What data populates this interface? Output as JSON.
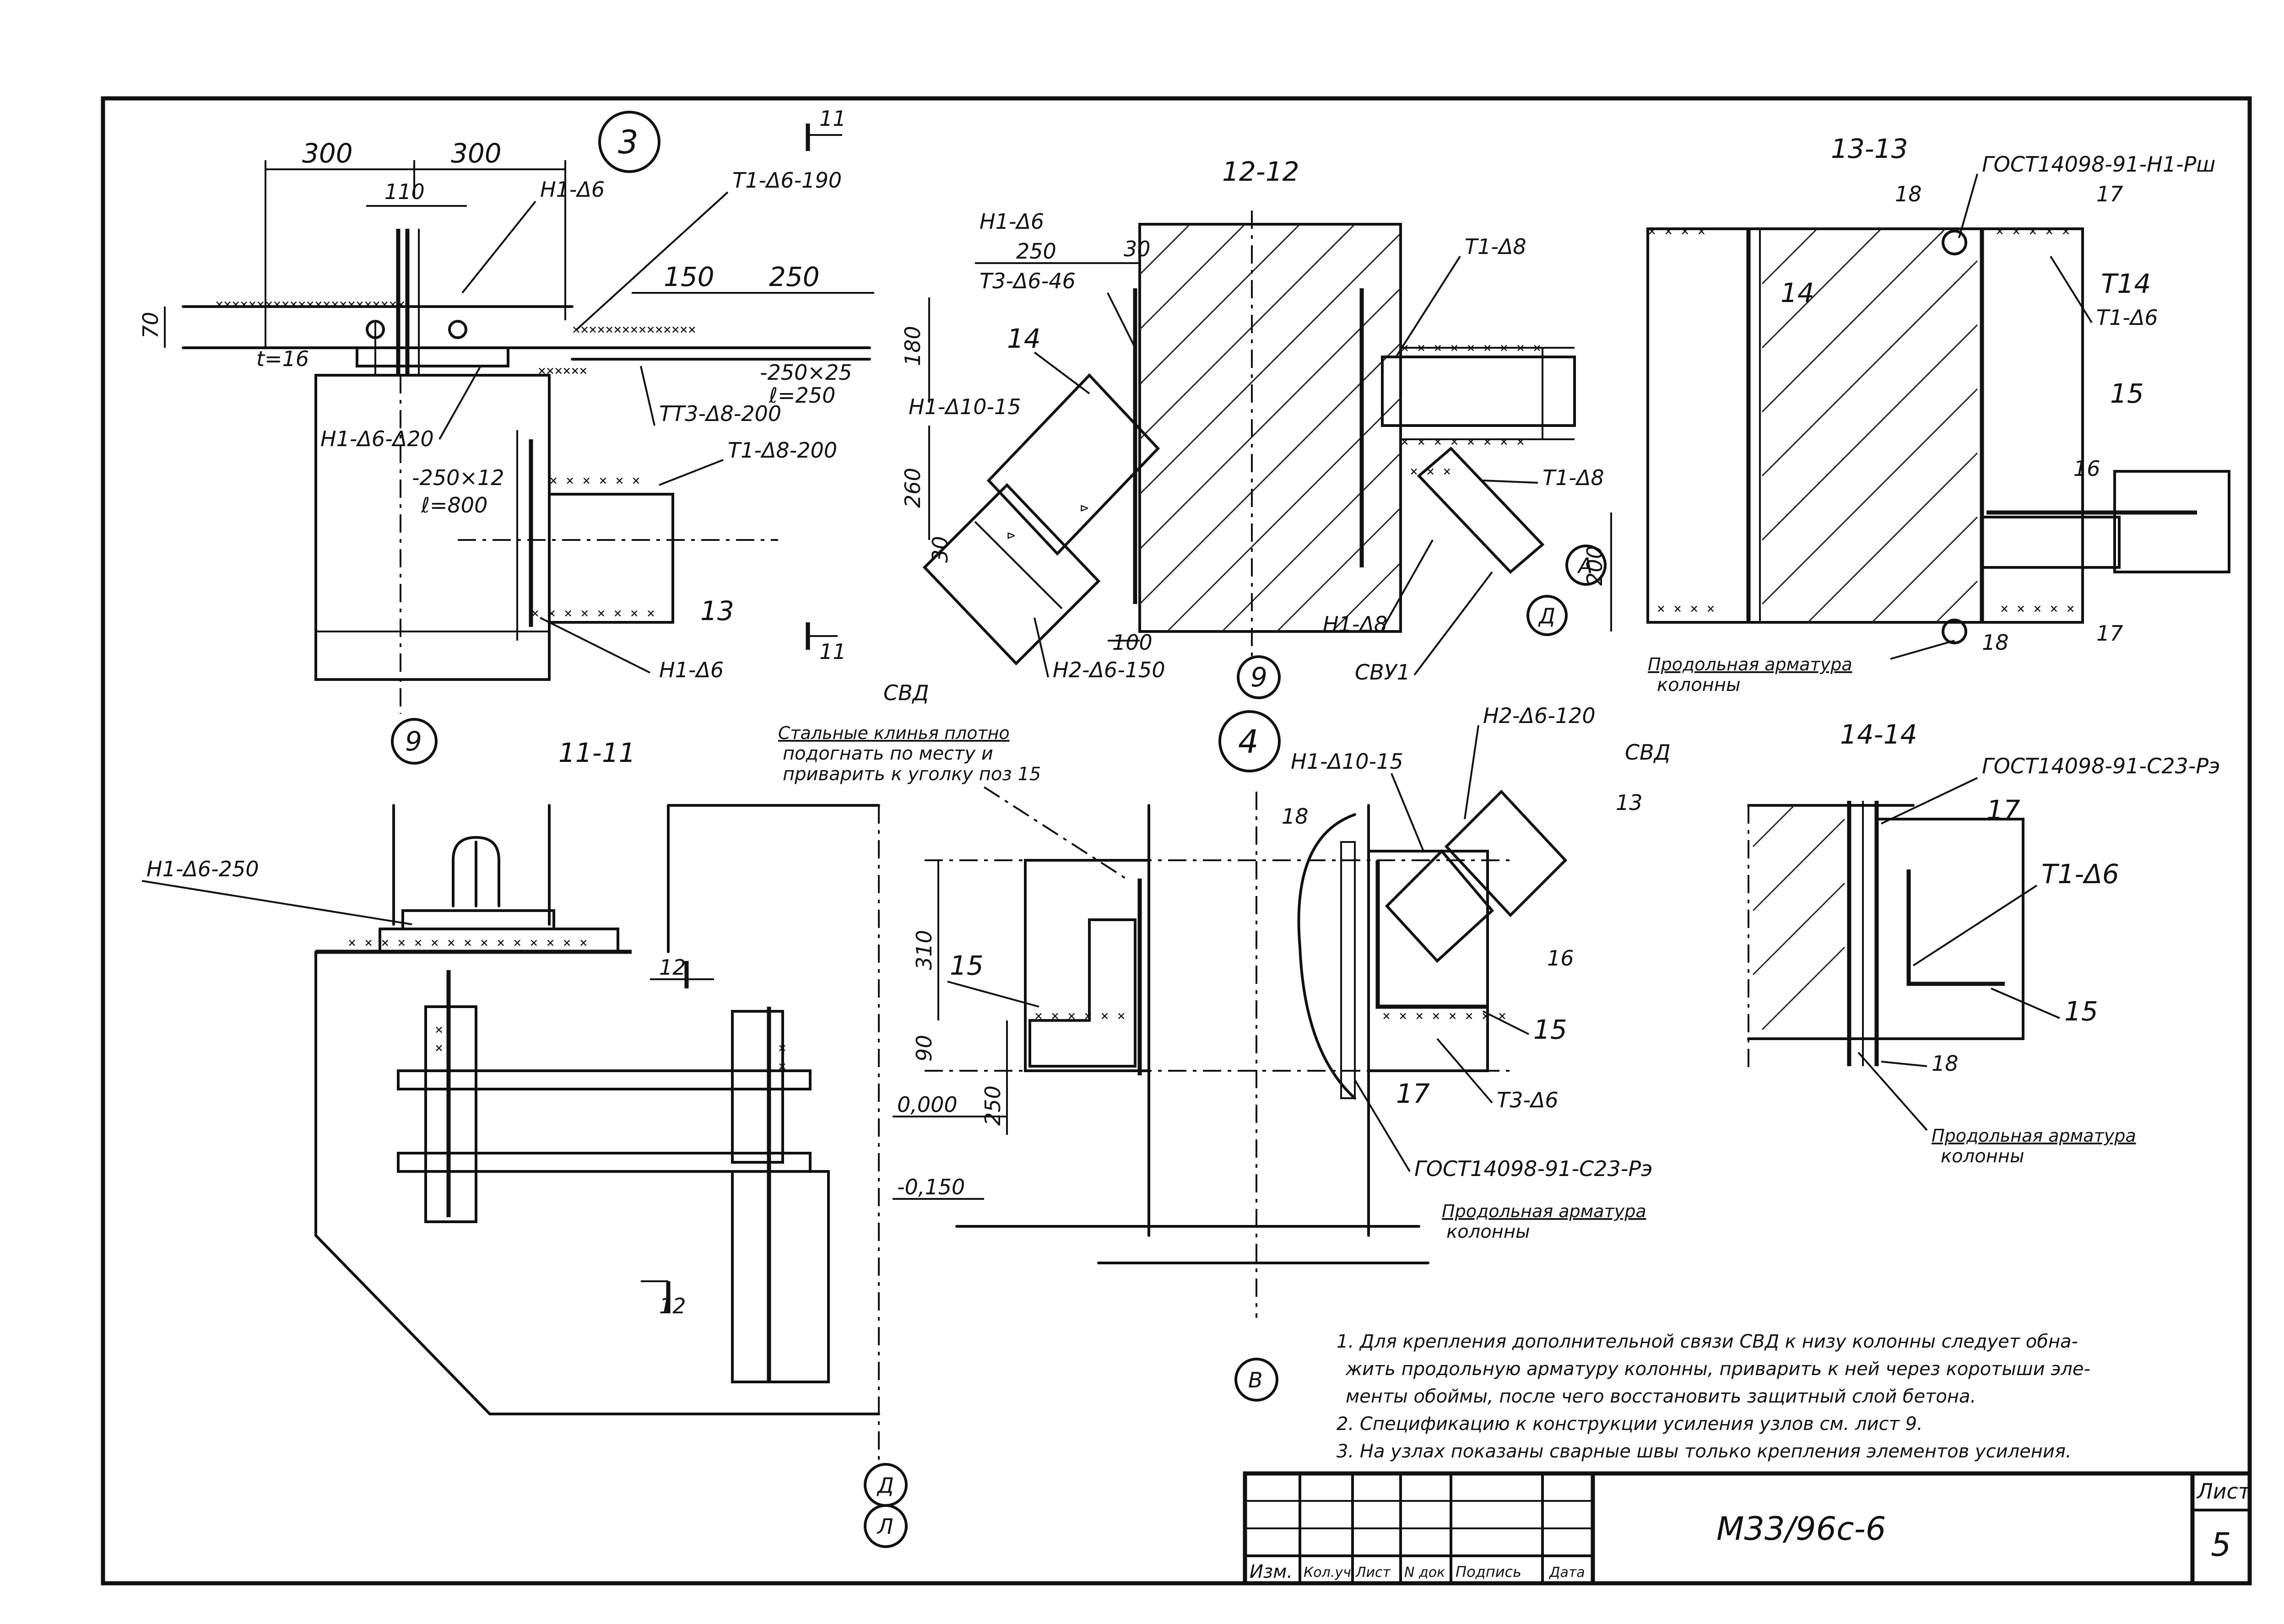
{
  "sheet": {
    "title_code": "М33/96с-6",
    "sheet_label": "Лист",
    "sheet_number": "5",
    "stamp_columns": [
      "Изм.",
      "Кол.уч",
      "Лист",
      "N док",
      "Подпись",
      "Дата"
    ]
  },
  "views": {
    "node3": {
      "number": "3",
      "dims": [
        "300",
        "300",
        "110",
        "70",
        "150",
        "250"
      ],
      "labels": [
        "Н1-Δ6",
        "Т1-Δ6-190",
        "t=16",
        "-250×25",
        "ℓ=250",
        "ТТ3-Δ8-200",
        "Н1-Δ6-Δ20",
        "-250×12",
        "ℓ=800",
        "Т1-Δ8-200",
        "13",
        "Н1-Δ6"
      ],
      "axis": "9",
      "section_mark": "11"
    },
    "s12": {
      "title": "12-12",
      "dims": [
        "250",
        "30",
        "180",
        "260",
        "30",
        "100",
        "200"
      ],
      "labels": [
        "Н1-Δ6",
        "Т3-Δ6-46",
        "14",
        "Н1-Δ10-15",
        "Н2-Δ6-150",
        "Т1-Δ8",
        "Т1-Δ8",
        "Н1-Δ8",
        "СВУ1",
        "СВД"
      ],
      "axis": "9",
      "axis_a1": "А",
      "axis_a2": "Д"
    },
    "s13": {
      "title": "13-13",
      "labels": [
        "ГОСТ14098-91-Н1-Рш",
        "18",
        "17",
        "14",
        "Т14",
        "Т1-Δ6",
        "15",
        "16",
        "18",
        "17"
      ],
      "caption_1": "Продольная арматура",
      "caption_2": "колонны"
    },
    "s11": {
      "title": "11-11",
      "labels": [
        "Н1-Δ6-250",
        "12",
        "12"
      ],
      "axis_1": "Д",
      "axis_2": "Л"
    },
    "node4": {
      "number": "4",
      "note_1": "Стальные клинья плотно",
      "note_2": "подогнать по месту и",
      "note_3": "приварить к уголку поз 15",
      "labels": [
        "Н1-Δ10-15",
        "Н2-Δ6-120",
        "СВД",
        "18",
        "13",
        "15",
        "16",
        "15",
        "17",
        "Т3-Δ6",
        "ГОСТ14098-91-С23-Рэ"
      ],
      "dims": [
        "310",
        "90",
        "250"
      ],
      "levels": [
        "0,000",
        "-0,150"
      ],
      "caption_1": "Продольная арматура",
      "caption_2": "колонны",
      "axis": "В"
    },
    "s14": {
      "title": "14-14",
      "labels": [
        "ГОСТ14098-91-С23-Рэ",
        "17",
        "Т1-Δ6",
        "15",
        "18"
      ],
      "caption_1": "Продольная арматура",
      "caption_2": "колонны"
    }
  },
  "notes": [
    "1. Для крепления дополнительной связи СВД к низу колонны следует обна-",
    "жить продольную арматуру колонны, приварить к ней через коротыши эле-",
    "менты обоймы, после чего восстановить защитный слой бетона.",
    "2. Спецификацию к конструкции усиления узлов см. лист 9.",
    "3. На узлах показаны сварные швы только крепления элементов усиления."
  ]
}
